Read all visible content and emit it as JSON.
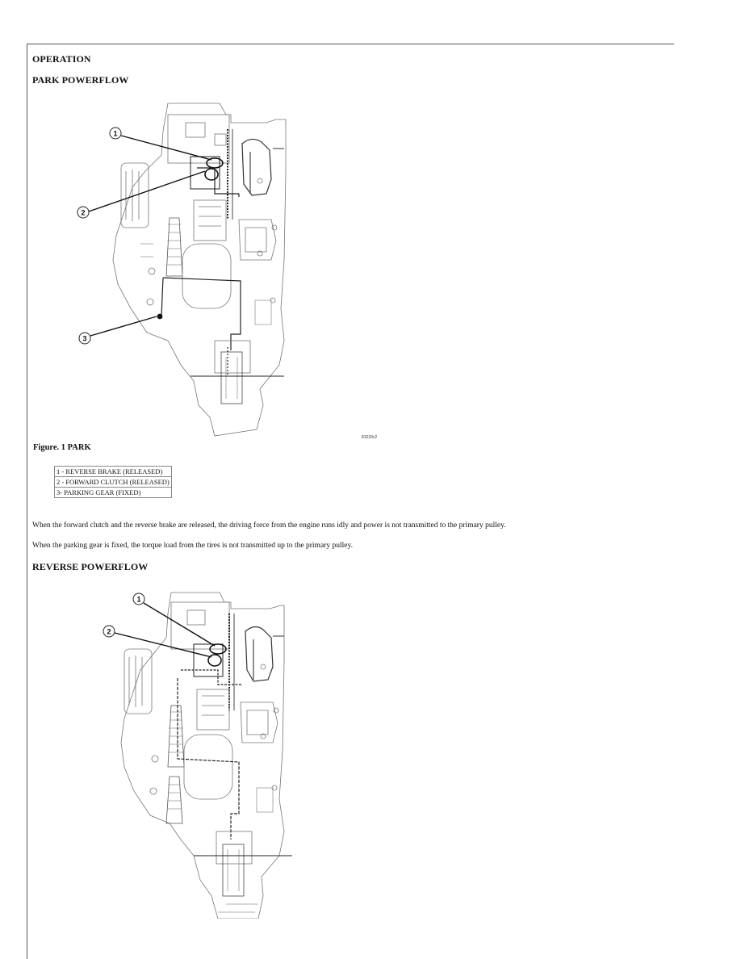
{
  "section_title": "OPERATION",
  "park": {
    "heading": "PARK POWERFLOW",
    "figure_caption": "Figure. 1 PARK",
    "figure_code": "81033c2",
    "callouts": [
      "1",
      "2",
      "3"
    ],
    "legend": [
      "1 - REVERSE BRAKE (RELEASED)",
      "2 - FORWARD CLUTCH (RELEASED)",
      "3- PARKING GEAR (FIXED)"
    ],
    "paragraphs": [
      "When the forward clutch and the reverse brake are released, the driving force from the engine runs idly and power is not transmitted to the primary pulley.",
      "When the parking gear is fixed, the torque load from the tires is not transmitted up to the primary pulley."
    ]
  },
  "reverse": {
    "heading": "REVERSE POWERFLOW",
    "callouts": [
      "1",
      "2"
    ]
  }
}
